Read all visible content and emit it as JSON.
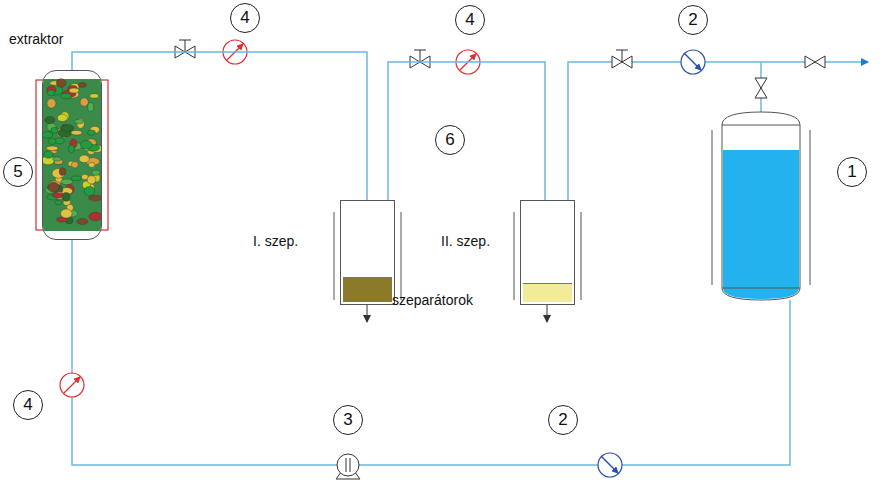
{
  "diagram": {
    "nodes": [
      {
        "text": [
          "extraktor"
        ]
      },
      {
        "text": [
          "I. szep."
        ]
      },
      {
        "text": [
          "II. szep."
        ]
      }
    ],
    "edges": [
      {
        "from": 0,
        "to": 1,
        "arrow": "none"
      },
      {
        "from": 1,
        "to": 2,
        "arrow": "none"
      }
    ],
    "labels": [
      "4",
      "4",
      "6",
      "2",
      "1",
      "szeparátorok",
      "5",
      "4",
      "3",
      "2"
    ]
  }
}
